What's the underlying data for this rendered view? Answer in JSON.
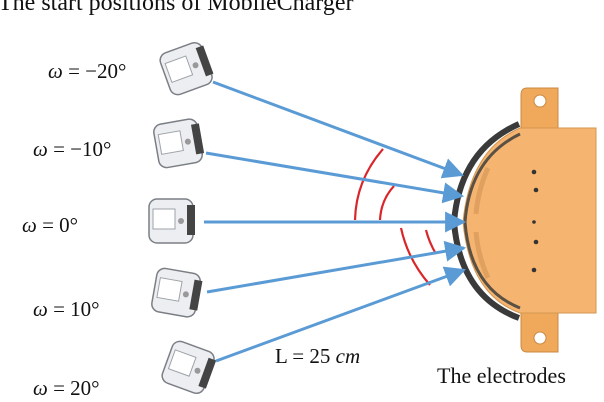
{
  "title": "The start positions of MobileCharger",
  "positions": [
    {
      "symbol": "ω",
      "value": "= −20°"
    },
    {
      "symbol": "ω",
      "value": "= −10°"
    },
    {
      "symbol": "ω",
      "value": "= 0°"
    },
    {
      "symbol": "ω",
      "value": "= 10°"
    },
    {
      "symbol": "ω",
      "value": "= 20°"
    }
  ],
  "distance": {
    "prefix": "L = 25 ",
    "unit": "cm"
  },
  "target_label": "The electrodes",
  "colors": {
    "arrow": "#5b9bd5",
    "arc": "#d9262b",
    "electrode_body": "#f2b36b",
    "electrode_dark": "#3a3a3a",
    "robot_body": "#e9ebee"
  }
}
